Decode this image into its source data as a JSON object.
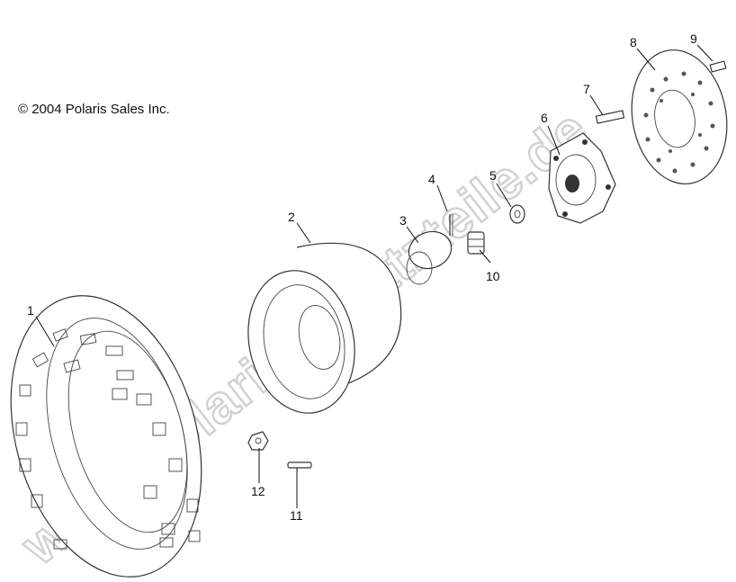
{
  "copyright": "© 2004 Polaris Sales Inc.",
  "watermark": "www.polaris-ersatzteile.de",
  "callouts": [
    {
      "id": "1",
      "label": "1"
    },
    {
      "id": "2",
      "label": "2"
    },
    {
      "id": "3",
      "label": "3"
    },
    {
      "id": "4",
      "label": "4"
    },
    {
      "id": "5",
      "label": "5"
    },
    {
      "id": "6",
      "label": "6"
    },
    {
      "id": "7",
      "label": "7"
    },
    {
      "id": "8",
      "label": "8"
    },
    {
      "id": "9",
      "label": "9"
    },
    {
      "id": "10",
      "label": "10"
    },
    {
      "id": "11",
      "label": "11"
    },
    {
      "id": "12",
      "label": "12"
    }
  ]
}
